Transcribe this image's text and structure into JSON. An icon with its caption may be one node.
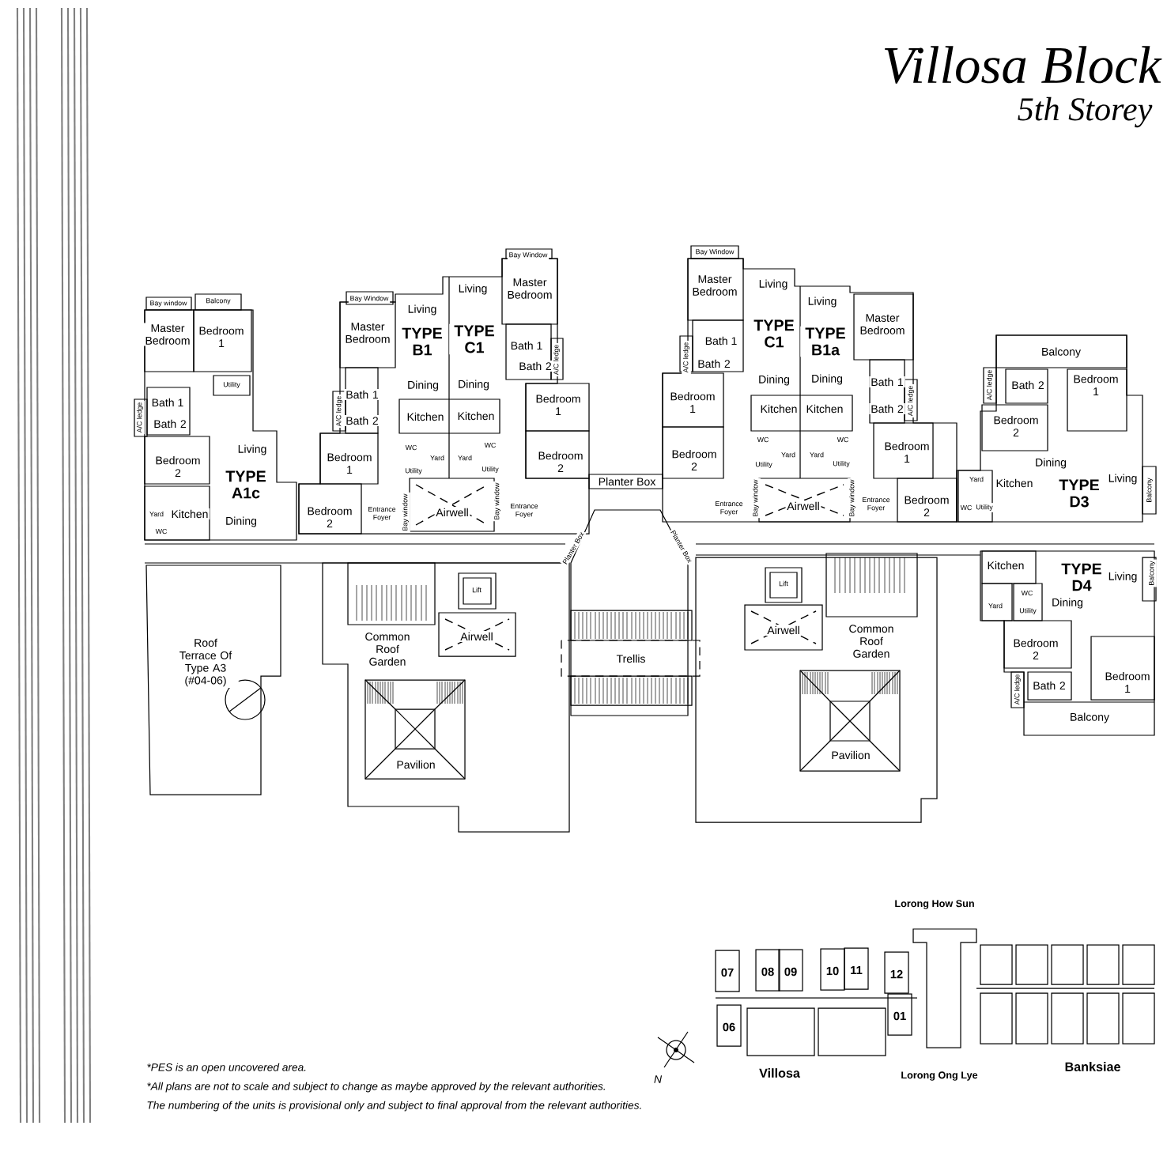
{
  "diagram": {
    "title": "Villosa Block",
    "labels": [
      "5th Storey",
      "Bay window",
      "Balcony",
      "Master Bedroom",
      "Bedroom 1",
      "Utility",
      "Bath 1",
      "A/C ledge",
      "Bath 2",
      "Bedroom 2",
      "Living",
      "TYPE A1c",
      "Yard",
      "Kitchen",
      "WC",
      "Dining",
      "Bay Window",
      "Master Bedroom",
      "Bath 1",
      "A/C ledge",
      "Bath 2",
      "Bedroom 1",
      "Bedroom 2",
      "Entrance Foyer",
      "Living",
      "TYPE B1",
      "Dining",
      "Kitchen",
      "WC",
      "Yard",
      "Utility",
      "Bay window",
      "Living",
      "TYPE C1",
      "Dining",
      "Kitchen",
      "WC",
      "Yard",
      "Utility",
      "Airwell",
      "Bay window",
      "Entrance Foyer",
      "Bay Window",
      "Master Bedroom",
      "Bath 1",
      "Bath 2",
      "A/C ledge",
      "Bedroom 1",
      "Bedroom 2",
      "Planter Box",
      "Planter Box",
      "Planter Box",
      "Bay Window",
      "Master Bedroom",
      "Living",
      "Bath 1",
      "A/C ledge",
      "Bath 2",
      "TYPE C1",
      "Dining",
      "Bedroom 1",
      "Bedroom 2",
      "Kitchen",
      "WC",
      "Yard",
      "Utility",
      "Entrance Foyer",
      "Bay window",
      "Airwell",
      "Living",
      "TYPE B1a",
      "Dining",
      "Kitchen",
      "WC",
      "Yard",
      "Utility",
      "Bay window",
      "Master Bedroom",
      "Bath 1",
      "Bath 2",
      "A/C ledge",
      "Bedroom 1",
      "Entrance Foyer",
      "Bedroom 2",
      "Balcony",
      "A/C ledge",
      "Bath 2",
      "Bedroom 1",
      "Bedroom 2",
      "Dining",
      "Yard",
      "Kitchen",
      "TYPE D3",
      "Living",
      "Balcony",
      "WC",
      "Utility",
      "Kitchen",
      "TYPE D4",
      "Living",
      "Balcony",
      "WC",
      "Yard",
      "Utility",
      "Dining",
      "Bedroom 2",
      "Bath 2",
      "A/C ledge",
      "Bedroom 1",
      "Balcony",
      "Lift",
      "Airwell",
      "Common Roof Garden",
      "Roof Terrace Of Type A3 (#04-06)",
      "Trellis",
      "Pavilion",
      "Lift",
      "Airwell",
      "Common Roof Garden",
      "Pavilion",
      "Lorong How Sun",
      "07",
      "08",
      "09",
      "10",
      "11",
      "12",
      "06",
      "01",
      "*PES is an open uncovered area.",
      "N",
      "Villosa",
      "Lorong Ong Lye",
      "Banksiae",
      "*All plans are not to scale and subject to change as maybe approved by the relevant authorities.",
      "The numbering of the units is provisional only and subject to final approval from the relevant authorities."
    ]
  }
}
